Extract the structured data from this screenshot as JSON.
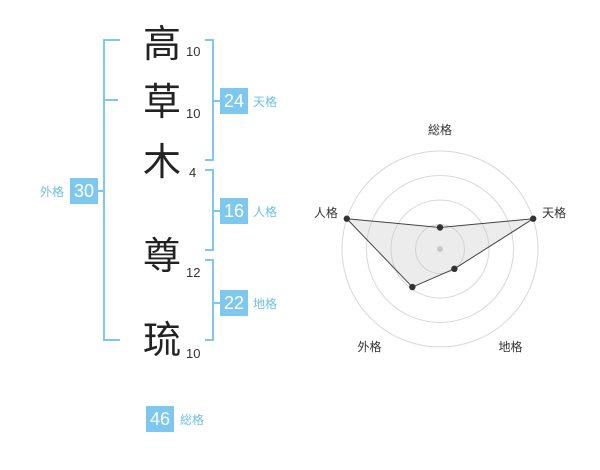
{
  "name": {
    "chars": [
      {
        "char": "高",
        "strokes": "10"
      },
      {
        "char": "草",
        "strokes": "10"
      },
      {
        "char": "木",
        "strokes": "4"
      },
      {
        "char": "尊",
        "strokes": "12"
      },
      {
        "char": "琉",
        "strokes": "10"
      }
    ]
  },
  "fortune": {
    "tenkaku": {
      "value": "24",
      "label": "天格"
    },
    "jinkaku": {
      "value": "16",
      "label": "人格"
    },
    "chikaku": {
      "value": "22",
      "label": "地格"
    },
    "gaikaku": {
      "value": "30",
      "label": "外格"
    },
    "soukaku": {
      "value": "46",
      "label": "総格"
    }
  },
  "colors": {
    "accent": "#7ec8f0",
    "label": "#6cc0ec",
    "grid": "#d8d8d8"
  },
  "radar": {
    "axes": [
      "総格",
      "天格",
      "地格",
      "外格",
      "人格"
    ],
    "values": [
      0.22,
      1.0,
      0.25,
      0.48,
      1.0
    ]
  }
}
